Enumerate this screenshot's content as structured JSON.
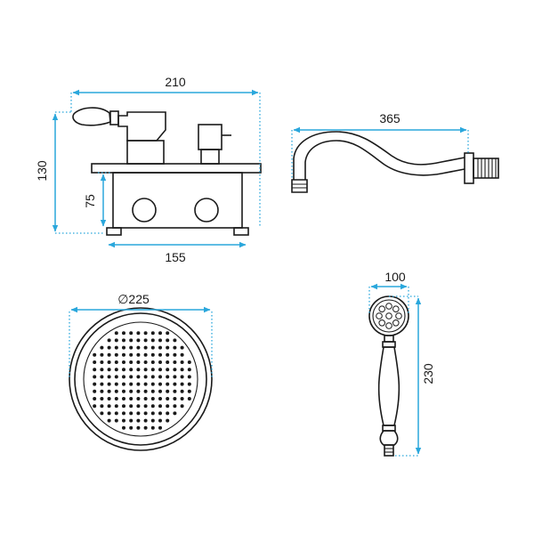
{
  "colors": {
    "dimension_line": "#2aa7dc",
    "outline": "#1a1a1a",
    "background": "#ffffff"
  },
  "valve_mixer": {
    "width_label": "210",
    "height_label": "130",
    "body_height_label": "75",
    "body_width_label": "155"
  },
  "spout": {
    "length_label": "365"
  },
  "shower_head": {
    "diameter_label": "∅225"
  },
  "hand_shower": {
    "head_width_label": "100",
    "length_label": "230"
  }
}
